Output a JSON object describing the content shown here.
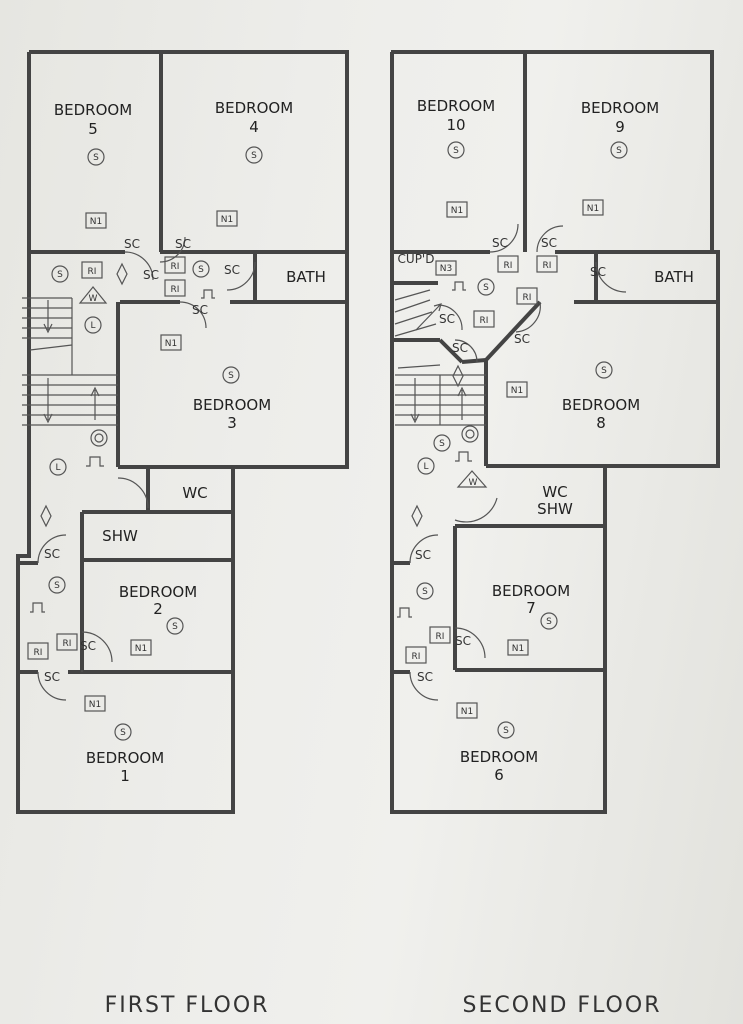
{
  "floors": [
    {
      "title": "FIRST FLOOR",
      "rooms": {
        "bedroom_label": "BEDROOM",
        "bedroom5": "5",
        "bedroom4": "4",
        "bedroom3": "3",
        "bedroom2": "2",
        "bedroom1": "1",
        "bath": "BATH",
        "wc": "WC",
        "shw": "SHW"
      }
    },
    {
      "title": "SECOND FLOOR",
      "rooms": {
        "bedroom_label": "BEDROOM",
        "bedroom10": "10",
        "bedroom9": "9",
        "bedroom8": "8",
        "bedroom7": "7",
        "bedroom6": "6",
        "bath": "BATH",
        "wc": "WC",
        "shw": "SHW",
        "cupd": "CUP'D"
      }
    }
  ],
  "symbols": {
    "smoke": "S",
    "light": "L",
    "n1": "N1",
    "n3": "N3",
    "ri": "RI",
    "sc": "SC",
    "w": "W"
  }
}
